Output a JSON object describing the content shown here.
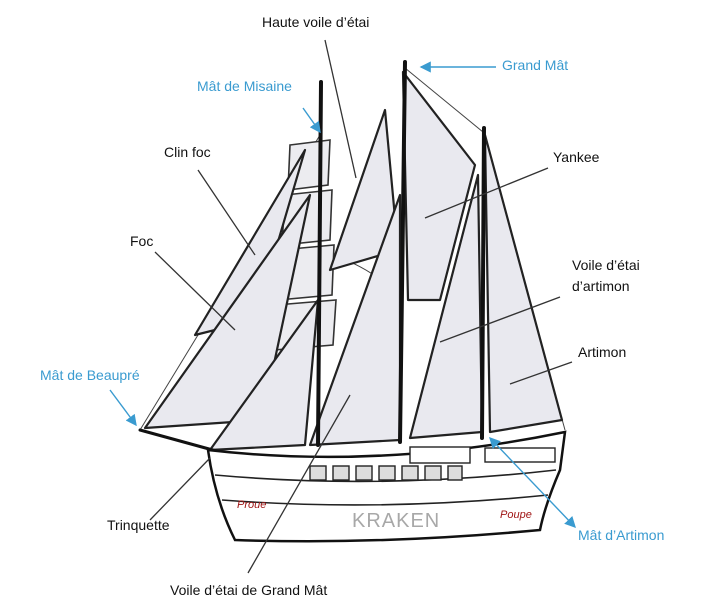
{
  "colors": {
    "mast_labels": "#3a9bd0",
    "sail_labels": "#111111",
    "hull_labels": "#a01515",
    "ship_name": "#a8a8a8"
  },
  "labels": {
    "haute_voile_detai": "Haute voile d’étai",
    "grand_mat": "Grand Mât",
    "mat_de_misaine": "Mât de Misaine",
    "clin_foc": "Clin foc",
    "yankee": "Yankee",
    "foc": "Foc",
    "voile_detai_dartimon_1": "Voile d’étai",
    "voile_detai_dartimon_2": "d’artimon",
    "artimon": "Artimon",
    "mat_de_beaupre": "Mât de Beaupré",
    "trinquette": "Trinquette",
    "mat_dartimon": "Mât d’Artimon",
    "voile_detai_de_grand_mat": "Voile d’étai de Grand Mât"
  },
  "hull": {
    "proue": "Proue",
    "poupe": "Poupe",
    "name": "KRAKEN"
  }
}
